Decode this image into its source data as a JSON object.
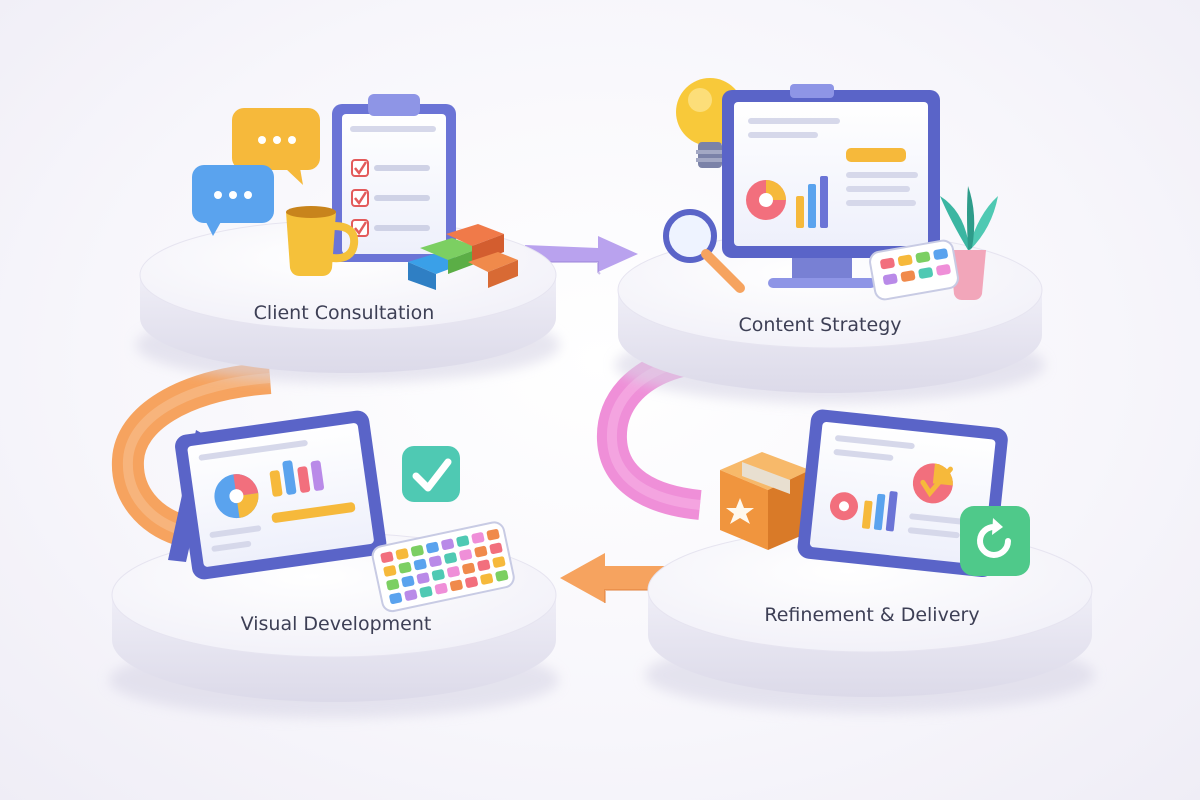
{
  "stages": [
    {
      "label": "Client Consultation",
      "icons": [
        "chat-bubble-icon",
        "clipboard-checklist-icon",
        "coffee-mug-icon",
        "color-blocks-icon"
      ]
    },
    {
      "label": "Content Strategy",
      "icons": [
        "lightbulb-icon",
        "monitor-dashboard-icon",
        "magnifier-icon",
        "plant-icon",
        "color-palette-icon"
      ]
    },
    {
      "label": "Visual Development",
      "icons": [
        "tablet-design-icon",
        "checkmark-badge-icon",
        "keyboard-icon"
      ]
    },
    {
      "label": "Refinement & Delivery",
      "icons": [
        "package-box-icon",
        "tablet-report-icon",
        "refresh-badge-icon"
      ]
    }
  ],
  "colors": {
    "platform_top": "#fbfbfe",
    "platform_side": "#e9e8f3",
    "device_frame": "#5a64c8",
    "arrow_1": "#b9a2ee",
    "arrow_2": "#ef8fd8",
    "arrow_3": "#f6a35f",
    "arrow_4": "#f6a35f"
  }
}
